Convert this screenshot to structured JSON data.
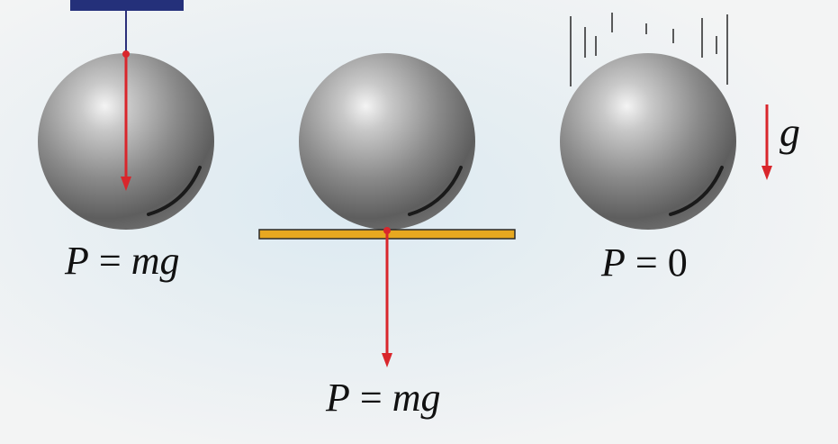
{
  "labels": {
    "hanging": {
      "var": "P",
      "eq": " = ",
      "val": "mg"
    },
    "resting": {
      "var": "P",
      "eq": " = ",
      "val": "mg"
    },
    "falling": {
      "var": "P",
      "eq": " = ",
      "val": "0"
    },
    "gravity": "g"
  },
  "colors": {
    "background": "#f3f4f4",
    "ball": "#7d7d7d",
    "arrow": "#d9262c",
    "string": "#2b2f7a",
    "support_block": "#24307a",
    "table": "#e7a820"
  },
  "icons": [
    "ball",
    "weight-arrow",
    "gravity-arrow",
    "motion-lines",
    "ceiling-block",
    "table-plate"
  ]
}
